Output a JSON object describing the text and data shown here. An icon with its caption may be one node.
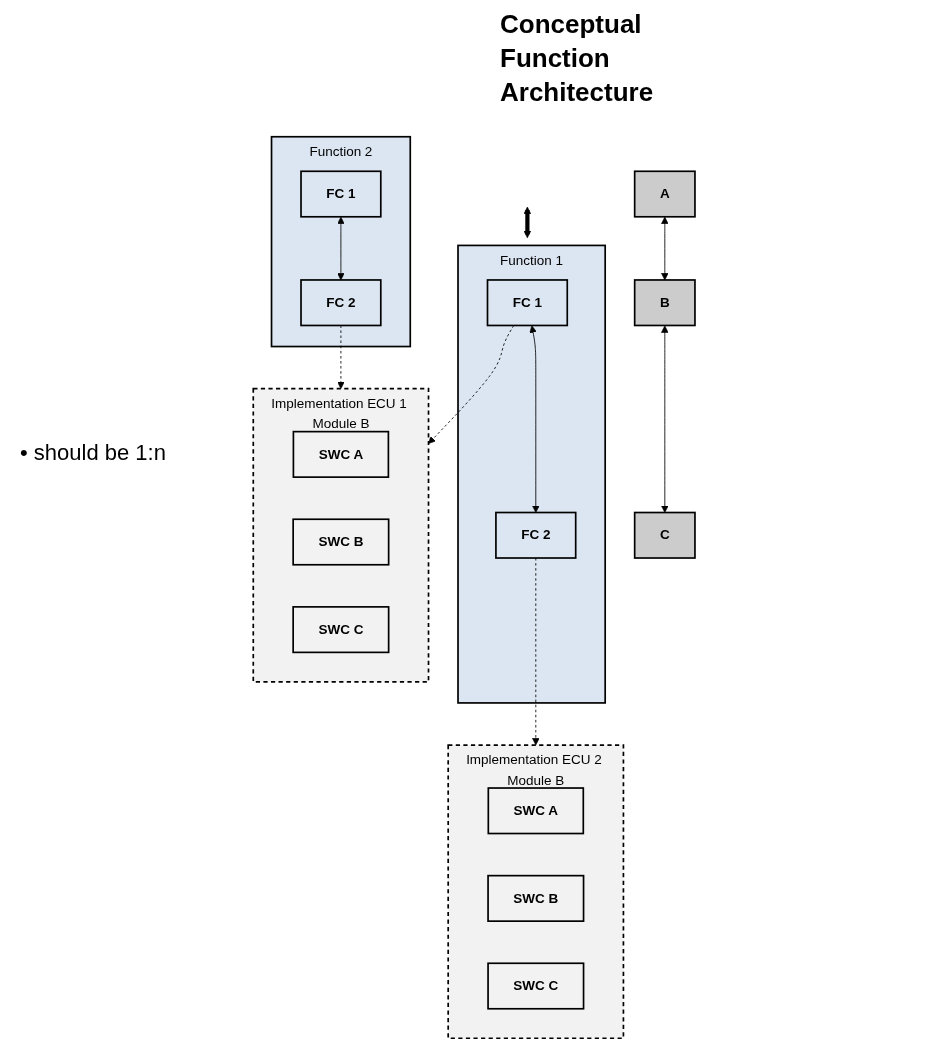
{
  "diagram": {
    "title": "Conceptual Function Architecture",
    "nodes": [
      {
        "text": [
          "A"
        ]
      },
      {
        "text": [
          "B"
        ]
      },
      {
        "text": [
          "C"
        ]
      },
      {
        "text": [
          "Function 1"
        ]
      },
      {
        "text": [
          "FC 1"
        ],
        "in": 3
      },
      {
        "text": [
          "FC 2"
        ],
        "in": 3
      },
      {
        "text": [
          "Function 2"
        ]
      },
      {
        "text": [
          "FC 1"
        ],
        "in": 6
      },
      {
        "text": [
          "FC 2"
        ],
        "in": 6
      },
      {
        "text": [
          "Implementation ECU 1 Module B"
        ]
      },
      {
        "text": [
          "SWC A"
        ],
        "in": 9
      },
      {
        "text": [
          "SWC B"
        ],
        "in": 9
      },
      {
        "text": [
          "SWC C"
        ],
        "in": 9
      },
      {
        "text": [
          "Implementation ECU 2 Module B"
        ]
      },
      {
        "text": [
          "SWC A"
        ],
        "in": 13
      },
      {
        "text": [
          "SWC B"
        ],
        "in": 13
      },
      {
        "text": [
          "SWC C"
        ],
        "in": 13
      }
    ],
    "edges": [
      {
        "from": 0,
        "to": 1,
        "arrow": "both"
      },
      {
        "from": 1,
        "to": 2,
        "arrow": "both"
      },
      {
        "from": null,
        "to": 3,
        "arrow": "both",
        "style": "thick"
      },
      {
        "from": 4,
        "to": 5,
        "arrow": "both"
      },
      {
        "from": 7,
        "to": 8,
        "arrow": "both"
      },
      {
        "from": 4,
        "to": 9,
        "arrow": "to",
        "style": "dashed"
      },
      {
        "from": 8,
        "to": 9,
        "arrow": "to",
        "style": "dashed"
      },
      {
        "from": 5,
        "to": 13,
        "arrow": "to",
        "style": "dashed"
      }
    ],
    "labels": [
      "• should be 1:n"
    ]
  }
}
